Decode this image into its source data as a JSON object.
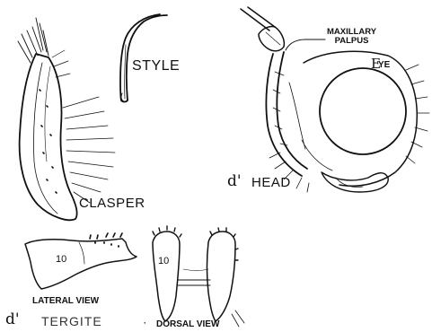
{
  "labels": {
    "style": "STYLE",
    "clasper": "CLASPER",
    "maxillary": "MAXILLARY",
    "palpus": "PALPUS",
    "eye_initial": "E",
    "eye_rest": "YE",
    "head_symbol": "d'",
    "head": "HEAD",
    "lateral_view": "LATERAL VIEW",
    "tergite_symbol": "d'",
    "tergite": "TERGITE",
    "bullet": "·",
    "dorsal_view": "DORSAL VIEW",
    "segment_lateral": "10",
    "segment_dorsal": "10"
  }
}
